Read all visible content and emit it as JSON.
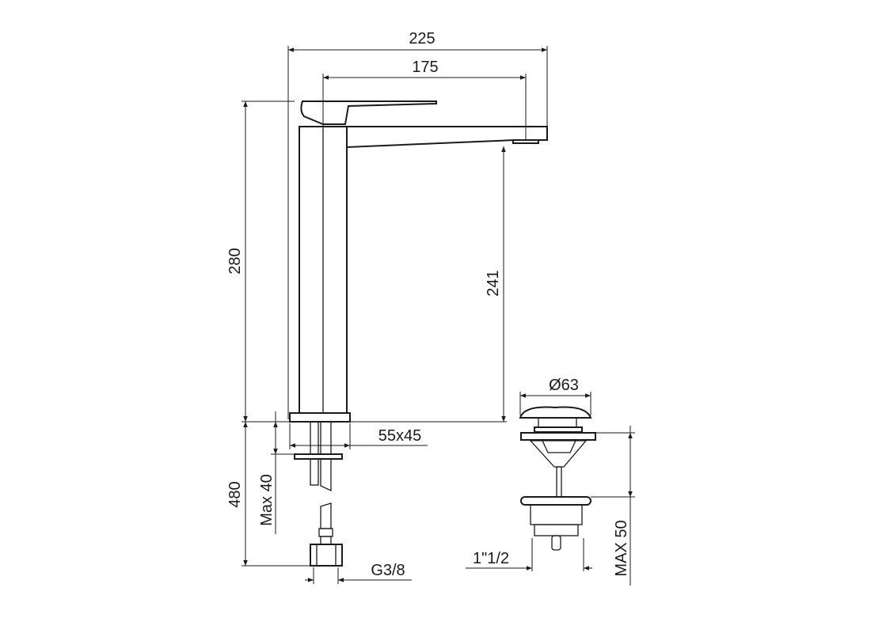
{
  "drawing": {
    "dimensions": {
      "overall_width": "225",
      "spout_reach": "175",
      "height": "280",
      "spout_height": "241",
      "base_size": "55x45",
      "max_thickness": "Max 40",
      "hose_length": "480",
      "connection": "G3/8",
      "drain_diameter": "Ø63",
      "drain_thread": "1\"1/2",
      "drain_max": "MAX 50"
    }
  }
}
